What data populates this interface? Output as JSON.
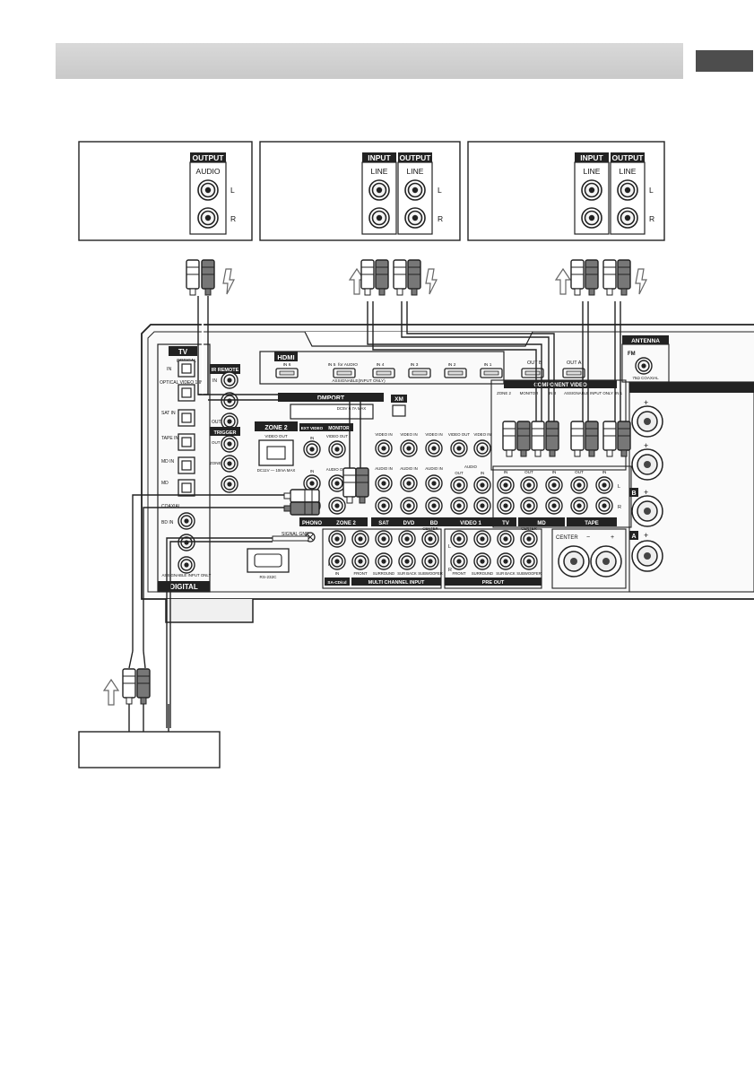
{
  "devices": {
    "cd": {
      "output_header": "OUTPUT",
      "audio_label": "AUDIO",
      "l": "L",
      "r": "R"
    },
    "md": {
      "input_header": "INPUT",
      "output_header": "OUTPUT",
      "line_in": "LINE",
      "line_out": "LINE",
      "l": "L",
      "r": "R"
    },
    "tape": {
      "input_header": "INPUT",
      "output_header": "OUTPUT",
      "line_in": "LINE",
      "line_out": "LINE",
      "l": "L",
      "r": "R"
    }
  },
  "receiver": {
    "hdmi_label": "HDMI",
    "hdmi_ports": [
      "IN 6",
      "IN 5",
      "for AUDIO",
      "IN 4",
      "IN 3",
      "IN 2",
      "IN 1",
      "OUT B",
      "OUT A"
    ],
    "hdmi_assignable": "ASSIGNABLE(INPUT ONLY)",
    "antenna": {
      "title": "ANTENNA",
      "fm": "FM",
      "coaxial": "75Ω COAXIAL"
    },
    "tv_badge": "TV",
    "optical": "OPTICAL",
    "in": "IN",
    "optical_video1": "OPTICAL VIDEO 1 IN",
    "sat_in": "SAT IN",
    "tape_in": "TAPE IN",
    "md_in": "MD IN",
    "md2": "MD",
    "coaxial": "COAXIAL",
    "bd_in": "BD IN",
    "assignable_input_only": "ASSIGNABLE INPUT ONLY",
    "digital": "DIGITAL",
    "ir_remote": "IR REMOTE",
    "out2": "OUT 2",
    "trigger": "TRIGGER",
    "trigger_items": [
      "OUT MAIN",
      "ZONE 2"
    ],
    "dmport": "DMPORT",
    "dmport_power": "DC5V 0.7A MAX",
    "xm": "XM",
    "component_video": "COMPONENT VIDEO",
    "comp_items": [
      "ZONE 2",
      "MONITOR",
      "IN 3",
      "ASSIGNABLE",
      "INPUT ONLY",
      "IN 1"
    ],
    "zone2": "ZONE 2",
    "zone2_video_out": "VIDEO OUT",
    "zone2_power": "DC11V — 10mA MAX",
    "ext_video": "EXT VIDEO",
    "monitor": "MONITOR",
    "video_out": "VIDEO OUT",
    "video_in": "VIDEO IN",
    "audio_in": "AUDIO IN",
    "audio_out": "AUDIO OUT",
    "audio": "AUDIO",
    "out": "OUT",
    "phono": "PHONO",
    "zone2_bar": "ZONE 2",
    "sat": "SAT",
    "dvd": "DVD",
    "bd": "BD",
    "video1": "VIDEO 1",
    "tv_bar": "TV",
    "md_bar": "MD",
    "tape_bar": "TAPE",
    "signal_gnd": "SIGNAL GND",
    "rs232c": "RS-232C",
    "sa_cd": "SA-CD/cd",
    "mc_items": [
      "FRONT",
      "SURROUND",
      "SUR BACK",
      "SUBWOOFER",
      "CENTER"
    ],
    "mc_input": "MULTI CHANNEL INPUT",
    "pre_out": "PRE OUT",
    "center": "CENTER",
    "l": "L",
    "r": "R",
    "a": "A",
    "b": "B"
  }
}
